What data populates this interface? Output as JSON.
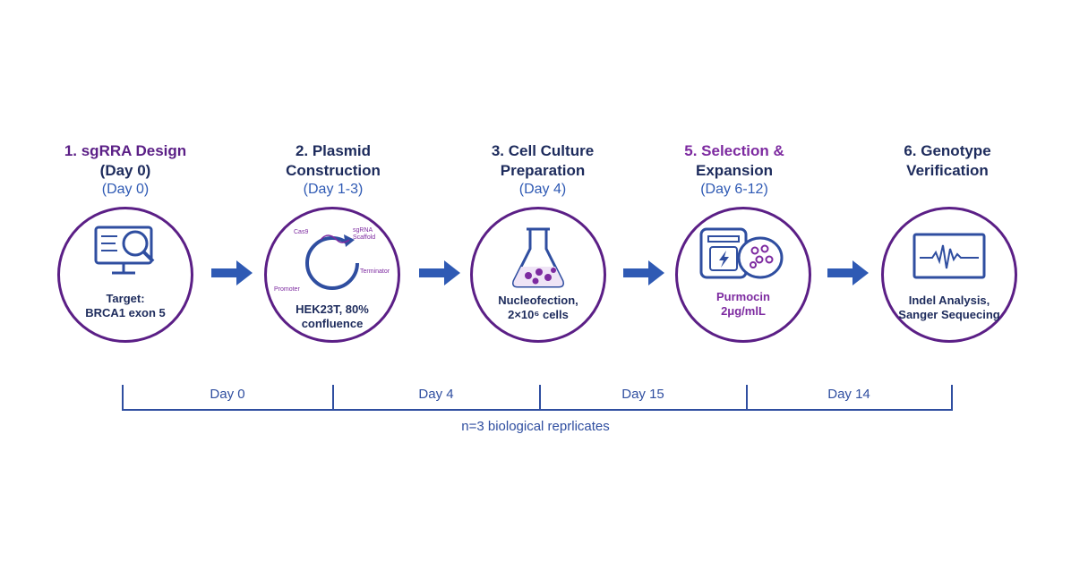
{
  "colors": {
    "purple": "#5b1f86",
    "navy": "#1d2b5c",
    "blue": "#2f5ab4",
    "magenta": "#7d2aa0"
  },
  "stages": [
    {
      "title_line1": "1. sgRRA Design",
      "title_line2": "(Day 0)",
      "day": "(Day 0)",
      "icon": "monitor-search-icon",
      "caption_line1": "Target:",
      "caption_line2": "BRCA1 exon 5"
    },
    {
      "title_line1": "2. Plasmid",
      "title_line2": "Construction",
      "day": "(Day 1-3)",
      "icon": "plasmid-icon",
      "caption_line1": "HEK23T, 80%",
      "caption_line2": "confluence",
      "plasmid_labels": [
        "Cas9",
        "sgRNA Scaffold",
        "Terminator",
        "Promoter"
      ]
    },
    {
      "title_line1": "3. Cell Culture",
      "title_line2": "Preparation",
      "day": "(Day 4)",
      "icon": "flask-icon",
      "caption_line1": "Nucleofection,",
      "caption_line2": "2×10⁶ cells"
    },
    {
      "title_line1": "5. Selection &",
      "title_line2": "Expansion",
      "day": "(Day 6-12)",
      "icon": "incubator-dish-icon",
      "caption_line1": "Purmocin",
      "caption_line2": "2μg/mlL"
    },
    {
      "title_line1": "6. Genotype",
      "title_line2": "Verification",
      "day": "",
      "icon": "waveform-monitor-icon",
      "caption_line1": "Indel Analysis,",
      "caption_line2": "Sanger Sequecing"
    }
  ],
  "timeline": {
    "segments": [
      "Day 0",
      "Day 4",
      "Day 15",
      "Day 14"
    ],
    "footer": "n=3 biological reprlicates"
  }
}
